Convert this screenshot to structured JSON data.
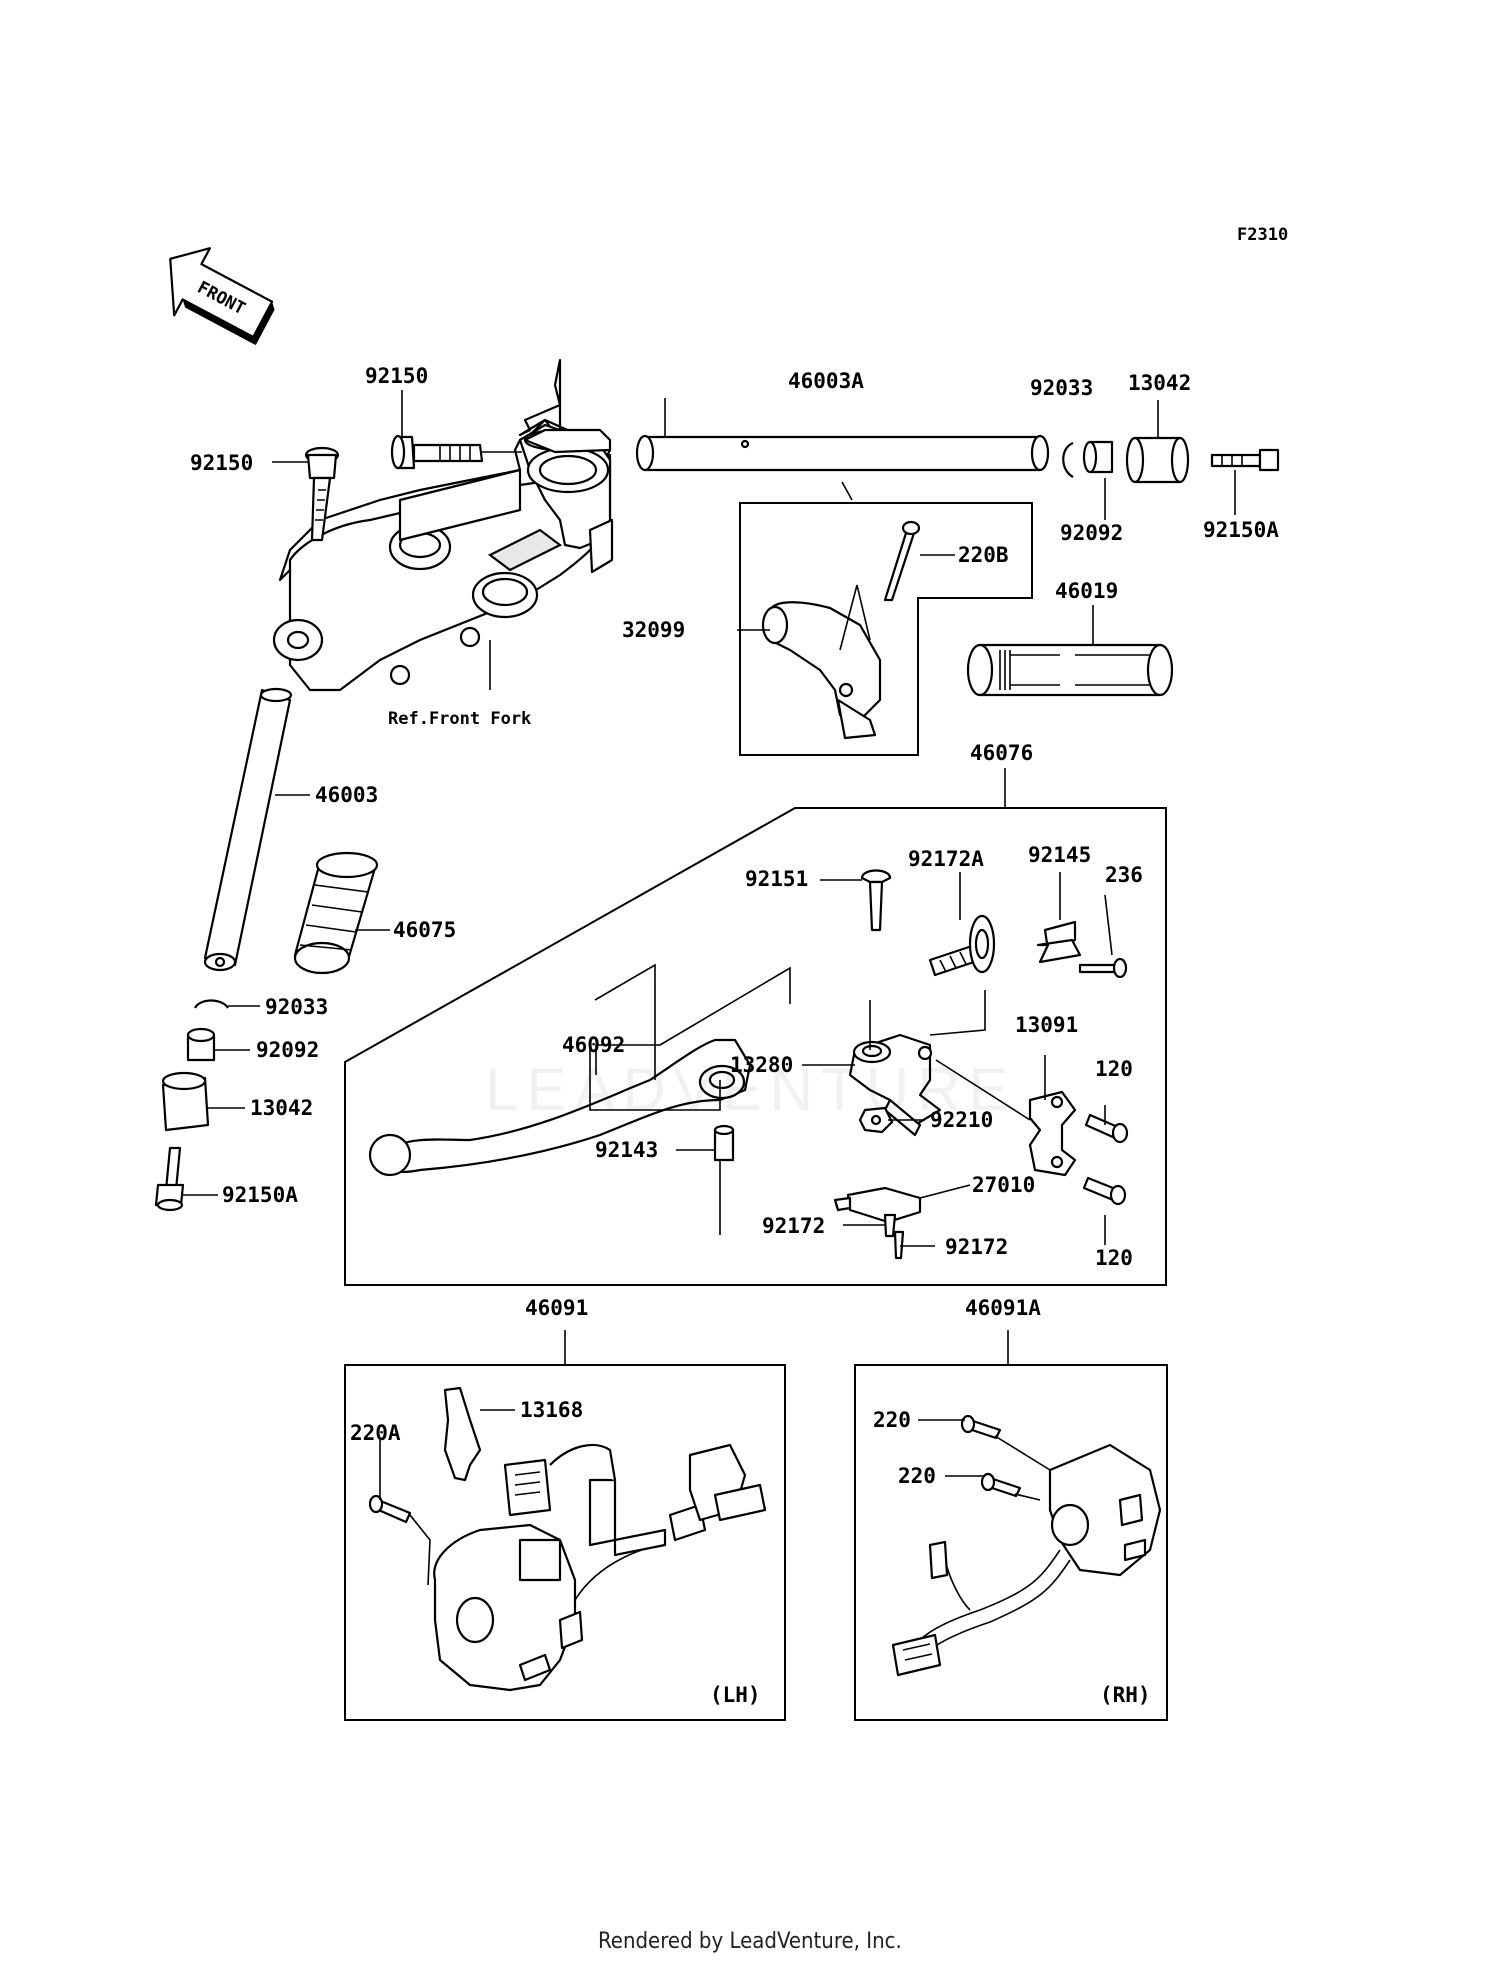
{
  "diagram": {
    "code": "F2310",
    "front_label": "FRONT",
    "ref_label": "Ref.Front Fork",
    "watermark": "LEADVENTURE",
    "footer": "Rendered by LeadVenture, Inc.",
    "side_lh": "(LH)",
    "side_rh": "(RH)",
    "callouts": [
      "92150",
      "92150",
      "46003A",
      "92033",
      "13042",
      "92092",
      "92150A",
      "220B",
      "32099",
      "46019",
      "46003",
      "46075",
      "92033",
      "92092",
      "13042",
      "92150A",
      "46076",
      "92151",
      "92172A",
      "92145",
      "236",
      "46092",
      "13280",
      "13091",
      "120",
      "92210",
      "92143",
      "27010",
      "92172",
      "92172",
      "120",
      "46091",
      "46091A",
      "13168",
      "220A",
      "220",
      "220"
    ]
  }
}
